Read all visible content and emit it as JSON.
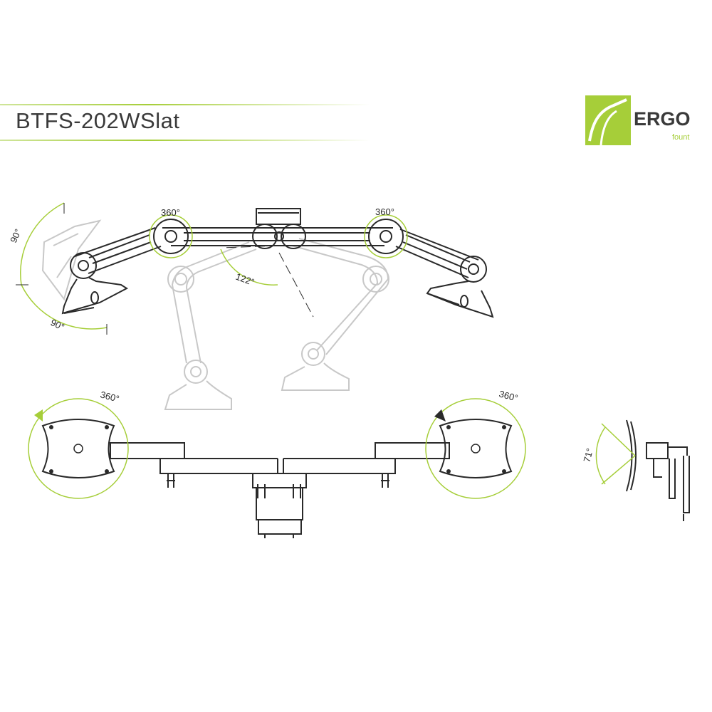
{
  "title": "BTFS-202WSlat",
  "brand": {
    "name": "ERGO",
    "subname": "fount"
  },
  "colors": {
    "accent": "#a6ce39",
    "line": "#2a2a2a",
    "ghost": "#c8c8c8"
  },
  "annotations": {
    "left_swivel": "360°",
    "right_swivel": "360°",
    "center_angle": "122°",
    "tilt_up": "90°",
    "tilt_down": "90°",
    "left_plate_rotation": "360°",
    "right_plate_rotation": "360°",
    "side_tilt": "71°"
  }
}
